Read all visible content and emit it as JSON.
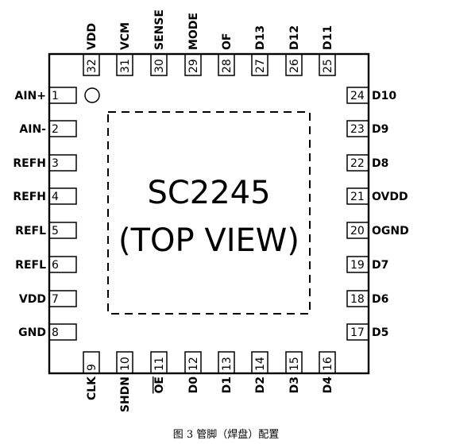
{
  "chip": {
    "name": "SC2245",
    "view": "(TOP VIEW)"
  },
  "pins": {
    "left": [
      {
        "num": "1",
        "label": "AIN+"
      },
      {
        "num": "2",
        "label": "AIN-"
      },
      {
        "num": "3",
        "label": "REFH"
      },
      {
        "num": "4",
        "label": "REFH"
      },
      {
        "num": "5",
        "label": "REFL"
      },
      {
        "num": "6",
        "label": "REFL"
      },
      {
        "num": "7",
        "label": "VDD"
      },
      {
        "num": "8",
        "label": "GND"
      }
    ],
    "bottom": [
      {
        "num": "9",
        "label": "CLK"
      },
      {
        "num": "10",
        "label": "SHDN"
      },
      {
        "num": "11",
        "label": "OE",
        "overline": true
      },
      {
        "num": "12",
        "label": "D0"
      },
      {
        "num": "13",
        "label": "D1"
      },
      {
        "num": "14",
        "label": "D2"
      },
      {
        "num": "15",
        "label": "D3"
      },
      {
        "num": "16",
        "label": "D4"
      }
    ],
    "right": [
      {
        "num": "17",
        "label": "D5"
      },
      {
        "num": "18",
        "label": "D6"
      },
      {
        "num": "19",
        "label": "D7"
      },
      {
        "num": "20",
        "label": "OGND"
      },
      {
        "num": "21",
        "label": "OVDD"
      },
      {
        "num": "22",
        "label": "D8"
      },
      {
        "num": "23",
        "label": "D9"
      },
      {
        "num": "24",
        "label": "D10"
      }
    ],
    "top": [
      {
        "num": "25",
        "label": "D11"
      },
      {
        "num": "26",
        "label": "D12"
      },
      {
        "num": "27",
        "label": "D13"
      },
      {
        "num": "28",
        "label": "OF"
      },
      {
        "num": "29",
        "label": "MODE"
      },
      {
        "num": "30",
        "label": "SENSE"
      },
      {
        "num": "31",
        "label": "VCM"
      },
      {
        "num": "32",
        "label": "VDD"
      }
    ]
  },
  "caption": "图 3 管脚（焊盘）配置"
}
